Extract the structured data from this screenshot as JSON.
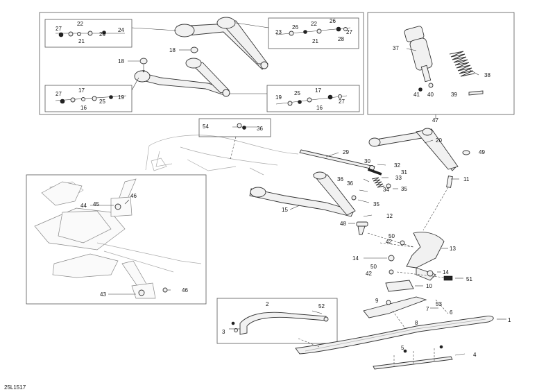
{
  "diagram": {
    "code": "25L1517",
    "callouts": {
      "a": "27",
      "b": "22",
      "c": "24",
      "d": "26",
      "e": "21",
      "f": "26",
      "g": "22",
      "h": "23",
      "i": "26",
      "j": "27",
      "k": "21",
      "l": "28",
      "m": "18",
      "n": "18",
      "o": "27",
      "p": "17",
      "q": "19",
      "r": "16",
      "s": "25",
      "t": "19",
      "u": "25",
      "v": "17",
      "w": "16",
      "x": "27",
      "y": "37",
      "z": "38",
      "aa": "41",
      "ab": "40",
      "ac": "39",
      "ad": "47",
      "ae": "54",
      "af": "36",
      "ag": "20",
      "ah": "49",
      "ai": "29",
      "aj": "30",
      "ak": "32",
      "al": "31",
      "am": "36",
      "an": "33",
      "ao": "36",
      "ap": "35",
      "aq": "34",
      "ar": "35",
      "as": "11",
      "at": "15",
      "au": "12",
      "av": "48",
      "aw": "50",
      "ax": "42",
      "ay": "13",
      "az": "14",
      "ba": "50",
      "bb": "42",
      "bc": "14",
      "bd": "51",
      "be": "10",
      "bf": "46",
      "bg": "44",
      "bh": "45",
      "bi": "43",
      "bj": "46",
      "bk": "2",
      "bl": "52",
      "bm": "3",
      "bn": "9",
      "bo": "53",
      "bp": "7",
      "bq": "6",
      "br": "8",
      "bs": "1",
      "bt": "5",
      "bu": "4"
    }
  }
}
